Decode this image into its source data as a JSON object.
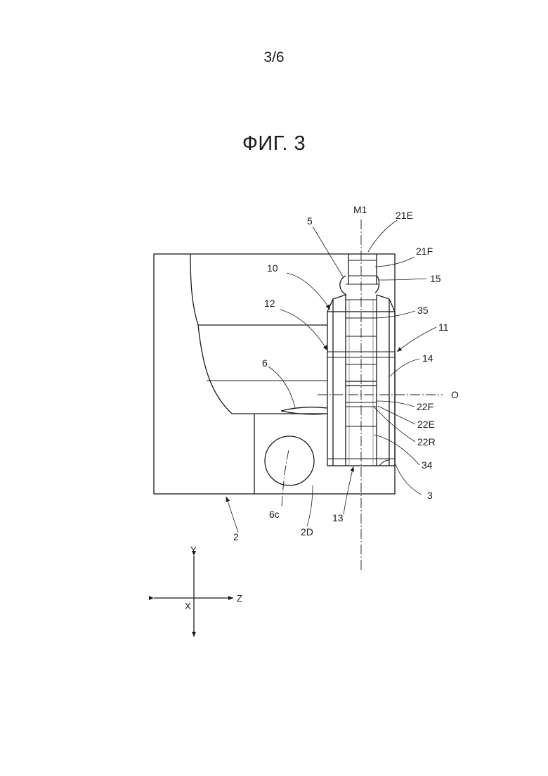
{
  "page_number": "3/6",
  "figure_title": "ФИГ. 3",
  "labels": {
    "m1": "M1",
    "l21e": "21E",
    "l5": "5",
    "l21f": "21F",
    "l10": "10",
    "l15": "15",
    "l35": "35",
    "l12": "12",
    "l11": "11",
    "l14": "14",
    "l6": "6",
    "o": "O",
    "l22f": "22F",
    "l22e": "22E",
    "l22r": "22R",
    "l34": "34",
    "l3": "3",
    "l6c": "6c",
    "l2": "2",
    "l2d": "2D",
    "l13": "13"
  },
  "axes": {
    "y": "Y",
    "z": "Z",
    "x": "X"
  }
}
